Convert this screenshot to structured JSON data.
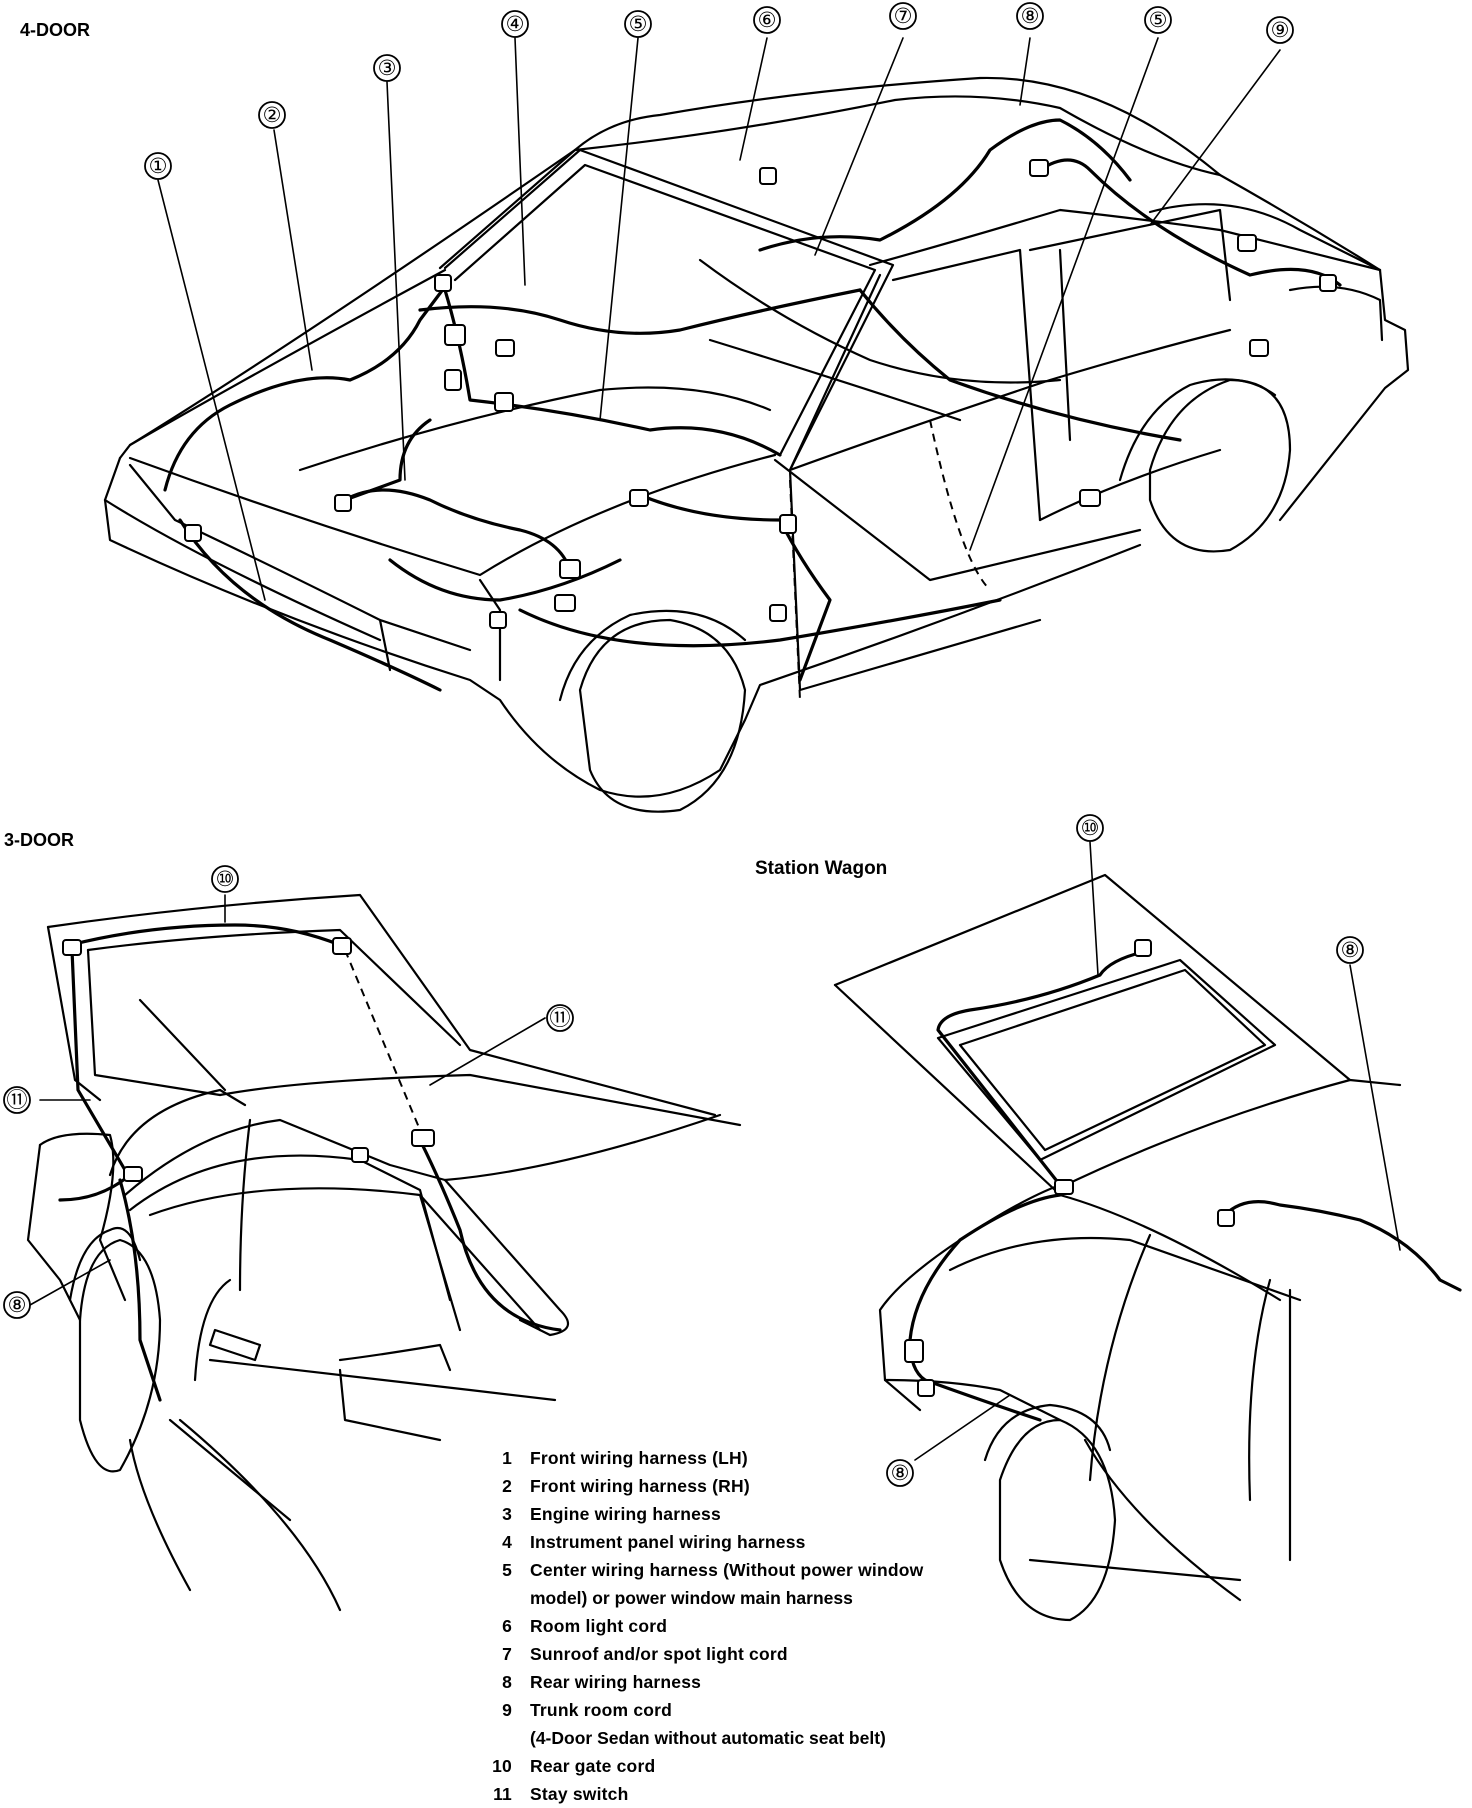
{
  "sections": {
    "four_door": "4-DOOR",
    "three_door": "3-DOOR",
    "station_wagon": "Station Wagon"
  },
  "callouts": {
    "c1": "①",
    "c2": "②",
    "c3": "③",
    "c4": "④",
    "c5": "⑤",
    "c5b": "⑤",
    "c6": "⑥",
    "c7": "⑦",
    "c8": "⑧",
    "c9": "⑨",
    "c10_3door": "⑩",
    "c11_top": "⑪",
    "c11_left": "⑪",
    "c8_3door": "⑧",
    "c10_wagon": "⑩",
    "c8_wagon_top": "⑧",
    "c8_wagon_bottom": "⑧"
  },
  "legend": [
    {
      "num": "1",
      "text": "Front wiring harness (LH)"
    },
    {
      "num": "2",
      "text": "Front wiring harness (RH)"
    },
    {
      "num": "3",
      "text": "Engine wiring harness"
    },
    {
      "num": "4",
      "text": "Instrument panel wiring harness"
    },
    {
      "num": "5",
      "text": "Center wiring harness (Without power window",
      "cont": "model) or power window main harness"
    },
    {
      "num": "6",
      "text": "Room light cord"
    },
    {
      "num": "7",
      "text": "Sunroof and/or spot light cord"
    },
    {
      "num": "8",
      "text": "Rear wiring harness"
    },
    {
      "num": "9",
      "text": "Trunk room cord",
      "cont": "(4-Door Sedan without automatic seat belt)"
    },
    {
      "num": "10",
      "text": "Rear gate cord"
    },
    {
      "num": "11",
      "text": "Stay switch"
    }
  ]
}
